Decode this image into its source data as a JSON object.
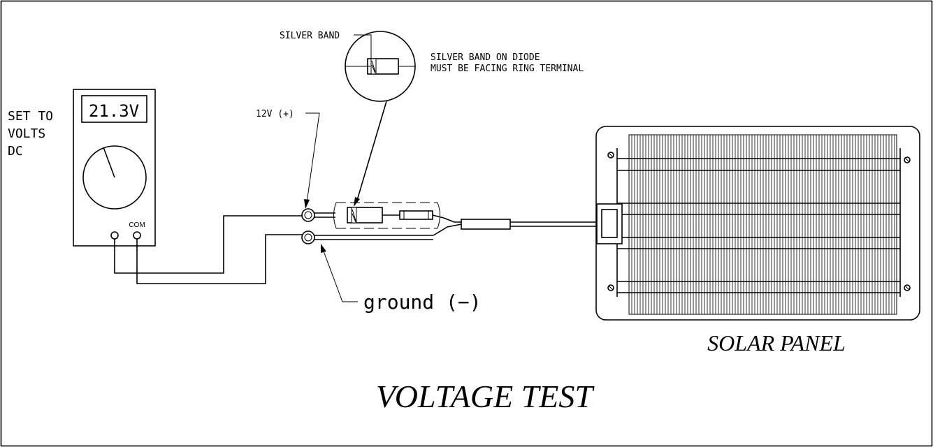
{
  "meter": {
    "reading": "21.3V",
    "setting_line1": "SET TO",
    "setting_line2": "VOLTS",
    "setting_line3": "DC",
    "com_label": "COM"
  },
  "labels": {
    "silver_band": "SILVER BAND",
    "note_line1": "SILVER BAND ON DIODE",
    "note_line2": "MUST BE FACING RING TERMINAL",
    "positive": "12V (+)",
    "ground": "ground (−)",
    "panel": "SOLAR PANEL",
    "title": "VOLTAGE TEST"
  }
}
